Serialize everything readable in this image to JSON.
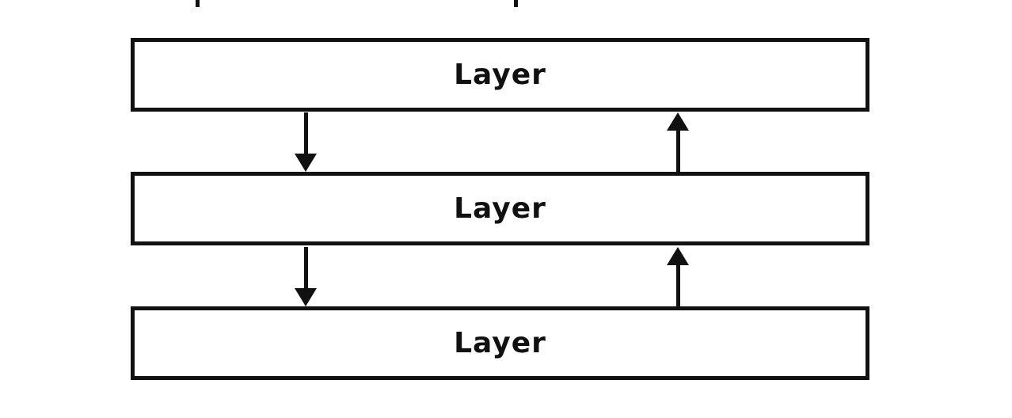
{
  "diagram": {
    "title": "layered-architecture-diagram",
    "layers": [
      {
        "label": "Layer"
      },
      {
        "label": "Layer"
      },
      {
        "label": "Layer"
      }
    ],
    "arrows": [
      {
        "direction": "down",
        "from": "layer-1",
        "to": "layer-2"
      },
      {
        "direction": "up",
        "from": "layer-2",
        "to": "layer-1"
      },
      {
        "direction": "down",
        "from": "layer-2",
        "to": "layer-3"
      },
      {
        "direction": "up",
        "from": "layer-3",
        "to": "layer-2"
      }
    ],
    "colors": {
      "stroke": "#111111",
      "fill": "#ffffff",
      "text": "#111111"
    }
  }
}
